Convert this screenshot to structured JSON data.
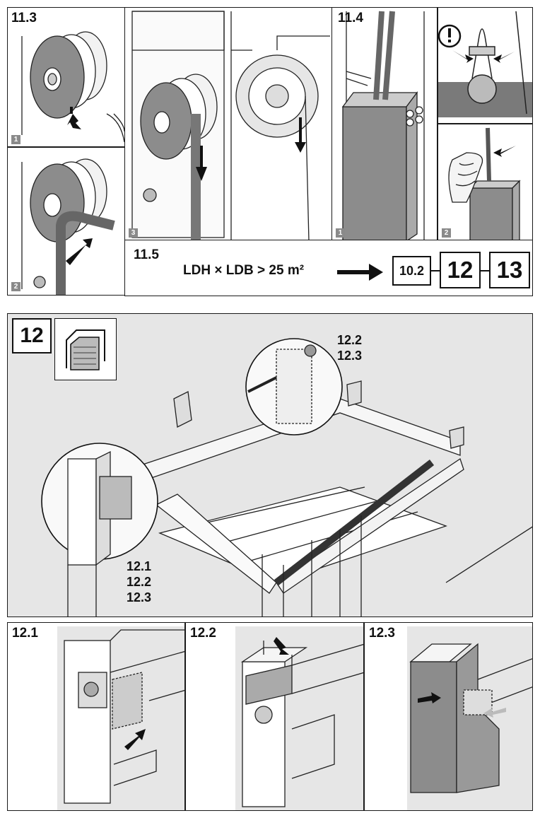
{
  "top": {
    "s11_3": {
      "label": "11.3",
      "sub1": "1",
      "sub2": "2",
      "sub3": "3"
    },
    "s11_4": {
      "label": "11.4",
      "sub1": "1",
      "sub2": "2",
      "warning_icon": "exclamation-icon"
    },
    "s11_5": {
      "label": "11.5",
      "formula": "LDH × LDB > 25 m²",
      "refs": [
        "10.2",
        "12",
        "13"
      ]
    }
  },
  "middle": {
    "step": "12",
    "tool_icon": "hex-key-icon",
    "callout_top": [
      "12.2",
      "12.3"
    ],
    "callout_bottom": [
      "12.1",
      "12.2",
      "12.3"
    ]
  },
  "bottom": {
    "panels": [
      {
        "label": "12.1"
      },
      {
        "label": "12.2"
      },
      {
        "label": "12.3"
      }
    ]
  }
}
